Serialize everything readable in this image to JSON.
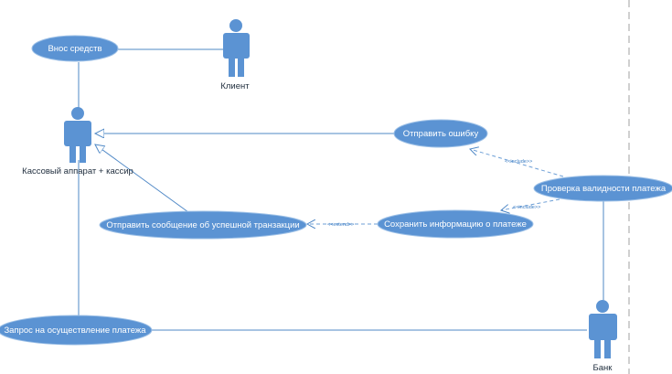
{
  "diagram": {
    "actors": {
      "client": "Клиент",
      "cashier": "Кассовый аппарат + кассир",
      "bank": "Банк"
    },
    "use_cases": {
      "deposit": "Внос средств",
      "send_error": "Отправить ошибку",
      "check_payment": "Проверка валидности платежа",
      "save_info": "Сохранить информацию о платеже",
      "send_success": "Отправить сообщение об успешной транзакции",
      "payment_request": "Запрос на осуществление платежа"
    },
    "stereotypes": {
      "include_1": "<<include>>",
      "include_2": "<<include>>",
      "extend": "<<extend>>"
    },
    "colors": {
      "actor_fill": "#5b93d3",
      "usecase_fill": "#5b93d3",
      "line": "#4f88c6",
      "boundary": "#a0a0a0"
    }
  }
}
